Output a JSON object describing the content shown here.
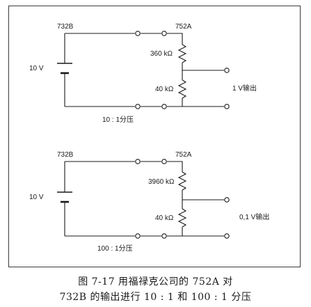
{
  "top_circuit": {
    "source_label": "732B",
    "divider_label": "752A",
    "battery_voltage": "10 V",
    "resistor_top": "360 kΩ",
    "resistor_bottom": "40 kΩ",
    "output_label": "1  V输出",
    "ratio_label": "10 : 1分压"
  },
  "bottom_circuit": {
    "source_label": "732B",
    "divider_label": "752A",
    "battery_voltage": "10 V",
    "resistor_top": "3960 kΩ",
    "resistor_bottom": "40 kΩ",
    "output_label": "0,1  V输出",
    "ratio_label": "100 : 1分压"
  },
  "caption": {
    "line1": "图 7-17   用福禄克公司的 752A 对",
    "line2": "732B 的输出进行 10 : 1 和 100 : 1 分压"
  }
}
